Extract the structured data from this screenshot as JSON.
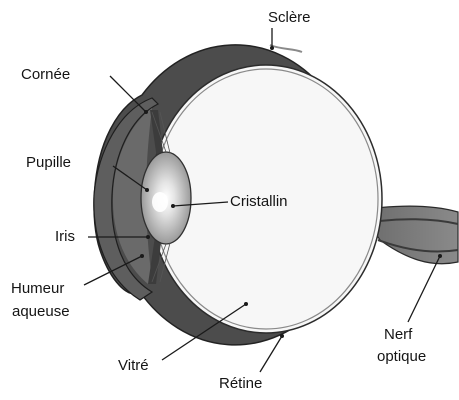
{
  "diagram": {
    "labels": {
      "sclere": "Sclère",
      "cornee": "Cornée",
      "pupille": "Pupille",
      "cristallin": "Cristallin",
      "iris": "Iris",
      "humeur_line1": "Humeur",
      "humeur_line2": "aqueuse",
      "vitre": "Vitré",
      "retine": "Rétine",
      "nerf_line1": "Nerf",
      "nerf_line2": "optique"
    }
  },
  "colors": {
    "background": "#ffffff",
    "sclera_band": "#4c4c4c",
    "cornea_band": "#5a5a5a",
    "vitreous": "#f7f7f7",
    "lens": "#c7c7c7",
    "lines": "#1a1a1a"
  }
}
